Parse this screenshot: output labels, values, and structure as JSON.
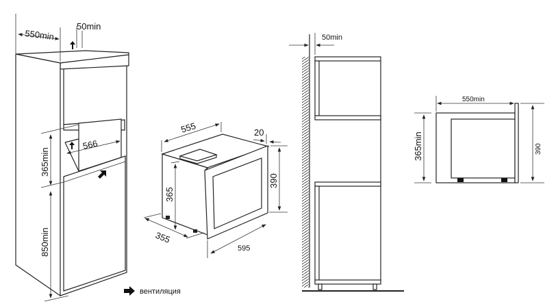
{
  "figure_1": {
    "depth_label": "550min",
    "top_gap_label": "50min",
    "niche_width_label": "566",
    "niche_height_label": "365min",
    "base_height_label": "850min"
  },
  "figure_2": {
    "depth_label": "555",
    "front_thickness_label": "20",
    "front_height_label": "390",
    "body_height_label": "365",
    "body_depth_label": "355",
    "front_width_label": "595"
  },
  "figure_3": {
    "wall_gap_label": "50min"
  },
  "figure_4": {
    "depth_label": "550min",
    "niche_height_label": "365min",
    "front_height_label": "390"
  },
  "legend": {
    "icon": "arrow-right-icon",
    "label": "вентиляция"
  }
}
